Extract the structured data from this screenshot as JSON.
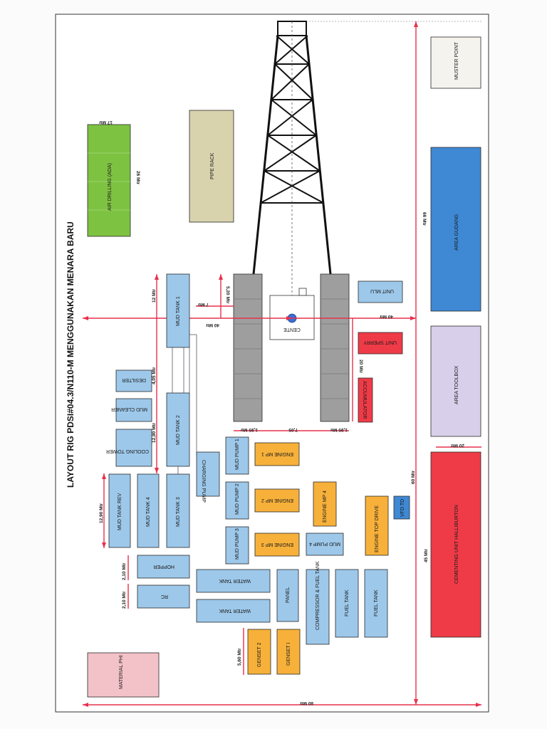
{
  "title": "LAYOUT RIG PDSI#04.3/N110-M MENGGUNAKAN MENARA BARU",
  "colors": {
    "blue": "#9dc8ea",
    "orange": "#f7b13a",
    "red": "#ef3b47",
    "green": "#7ec242",
    "khaki": "#d8d2ad",
    "lavender": "#d8d0ea",
    "deep_blue": "#3f88d4",
    "pink": "#f3c2c8",
    "grey": "#9e9e9e",
    "dim_line": "#e8304c"
  },
  "labels": {
    "air_drilling": "AIR DRILLING (ADA)",
    "pipe_rack": "PIPE RACK",
    "muster_point": "MUSTER POINT",
    "area_gudang": "AREA GUDANG",
    "area_toolbox": "AREA TOOLBOX",
    "cementing_unit": "CEMENTING UNIT HALLIBURTON",
    "material_phi": "MATERIAL PHI",
    "mud_tank_1": "MUD TANK 1",
    "mud_tank_2": "MUD TANK 2",
    "mud_tank_3": "MUD TANK 3",
    "mud_tank_4": "MUD TANK 4",
    "mud_tank_rev": "MUD TANK REV",
    "desilter": "DESILTER",
    "mud_cleaner": "MUD CLEANER",
    "cooling_tower": "COOLING TOWER",
    "charging_pump": "CHARGING PUMP",
    "mud_pump_1": "MUD PUMP 1",
    "mud_pump_2": "MUD PUMP 2",
    "mud_pump_3": "MUD PUMP 3",
    "mud_pump_4": "MUD PUMP 4",
    "engine_mp_1": "ENGINE MP 1",
    "engine_mp_2": "ENGINE MP 2",
    "engine_mp_3": "ENGINE MP 3",
    "engine_mp_4": "ENGINE MP 4",
    "engine_top_drive": "ENGINE TOP DRIVE",
    "vfd_td": "VFD TD",
    "unit_mlu": "UNIT MLU",
    "unit_sperry": "UNIT SPERRY",
    "accumulator": "ACCUMULATOR",
    "cente": "CENTE",
    "hopper": "HOPPER",
    "rc": "RC",
    "water_tank": "WATER TANK",
    "panel": "PANEL",
    "compressor": "COMPRESSOR & FUEL TANK",
    "fuel_tank": "FUEL TANK",
    "genset_1": "GENSET I",
    "genset_2": "GENSET 2"
  },
  "dimensions": {
    "d_17": "17 Mtr",
    "d_26": "26 Mtr",
    "d_66": "66 Mtr",
    "d_40a": "40 Mtr",
    "d_40b": "40 Mtr",
    "d_7": "7 Mtr",
    "d_520": "5,20 Mtr",
    "d_12": "12 Mtr",
    "d_405": "4,05 Mtr",
    "d_1290a": "12,90 Mtr",
    "d_1290b": "12,90 Mtr",
    "d_20a": "20 Mtr",
    "d_20b": "20 Mtr",
    "d_60": "60 Mtr",
    "d_45": "45 Mtr",
    "d_195a": "1,95 Mtr",
    "d_195b": "1,95 Mtr",
    "d_705": "7,05",
    "d_210a": "2,10 Mtr",
    "d_210b": "2,10 Mtr",
    "d_560": "5,60 Mtr",
    "d_80": "80 Mtr"
  }
}
